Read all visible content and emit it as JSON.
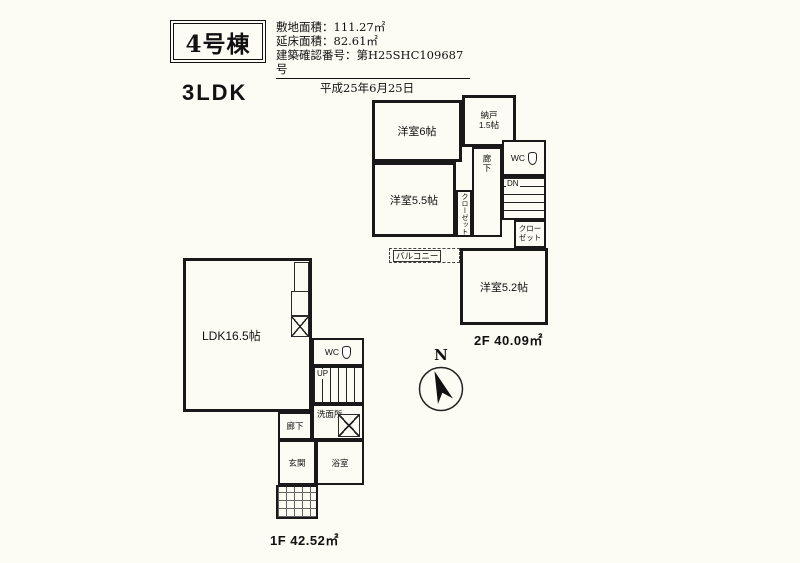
{
  "colors": {
    "background": "#fcfbf4",
    "wall": "#191919",
    "ink": "#111111"
  },
  "header": {
    "building_title": "4号棟",
    "site_area": "敷地面積：111.27㎡",
    "floor_area": "延床面積：82.61㎡",
    "permit_no": "建築確認番号：第H25SHC109687号",
    "permit_date": "平成25年6月25日",
    "layout_type": "3LDK"
  },
  "floor2": {
    "room_western6": "洋室6帖",
    "storage_line1": "納戸",
    "storage_line2": "1.5帖",
    "room_western55": "洋室5.5帖",
    "closet_vertical": "クローゼット",
    "hallway": "廊下",
    "wc": "WC",
    "stairs_down": "DN",
    "closet_small_line1": "クロー",
    "closet_small_line2": "ゼット",
    "balcony": "バルコニー",
    "room_western52": "洋室5.2帖",
    "area_label": "2F 40.09㎡"
  },
  "floor1": {
    "ldk": "LDK16.5帖",
    "wc": "WC",
    "stairs_up": "UP",
    "washroom": "洗面所",
    "hallway": "廊下",
    "entrance": "玄関",
    "bath": "浴室",
    "area_label": "1F 42.52㎡"
  },
  "compass": {
    "north_label": "N"
  }
}
